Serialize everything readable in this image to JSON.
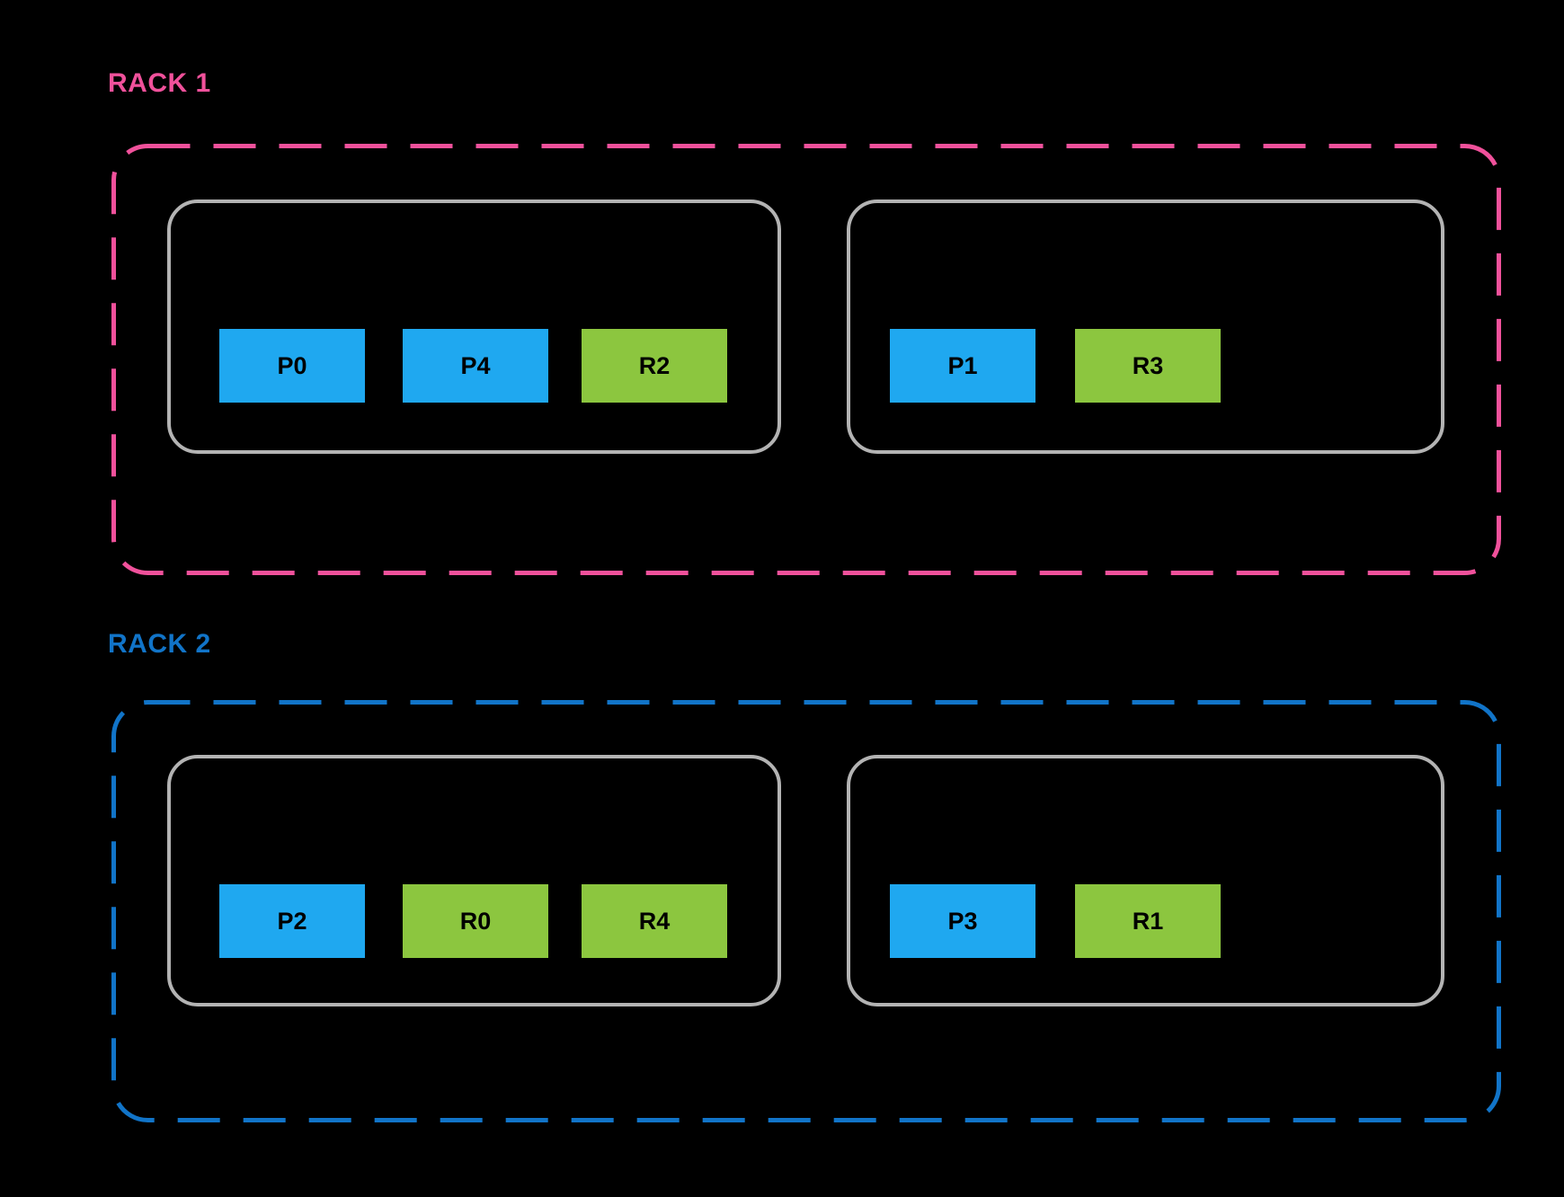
{
  "colors": {
    "background": "#000000",
    "partition_blue": "#1FA8F0",
    "replica_green": "#8CC63F",
    "rack1_pink": "#F0519B",
    "rack2_blue": "#1174C8",
    "node_border_gray": "#B3B3B3",
    "slot_text": "#000000"
  },
  "racks": [
    {
      "label": "RACK 1",
      "accent": "#F0519B",
      "nodes": [
        {
          "slots": [
            {
              "label": "P0",
              "color": "#1FA8F0"
            },
            {
              "label": "P4",
              "color": "#1FA8F0"
            },
            {
              "label": "R2",
              "color": "#8CC63F"
            }
          ]
        },
        {
          "slots": [
            {
              "label": "P1",
              "color": "#1FA8F0"
            },
            {
              "label": "R3",
              "color": "#8CC63F"
            }
          ]
        }
      ]
    },
    {
      "label": "RACK 2",
      "accent": "#1174C8",
      "nodes": [
        {
          "slots": [
            {
              "label": "P2",
              "color": "#1FA8F0"
            },
            {
              "label": "R0",
              "color": "#8CC63F"
            },
            {
              "label": "R4",
              "color": "#8CC63F"
            }
          ]
        },
        {
          "slots": [
            {
              "label": "P3",
              "color": "#1FA8F0"
            },
            {
              "label": "R1",
              "color": "#8CC63F"
            }
          ]
        }
      ]
    }
  ]
}
